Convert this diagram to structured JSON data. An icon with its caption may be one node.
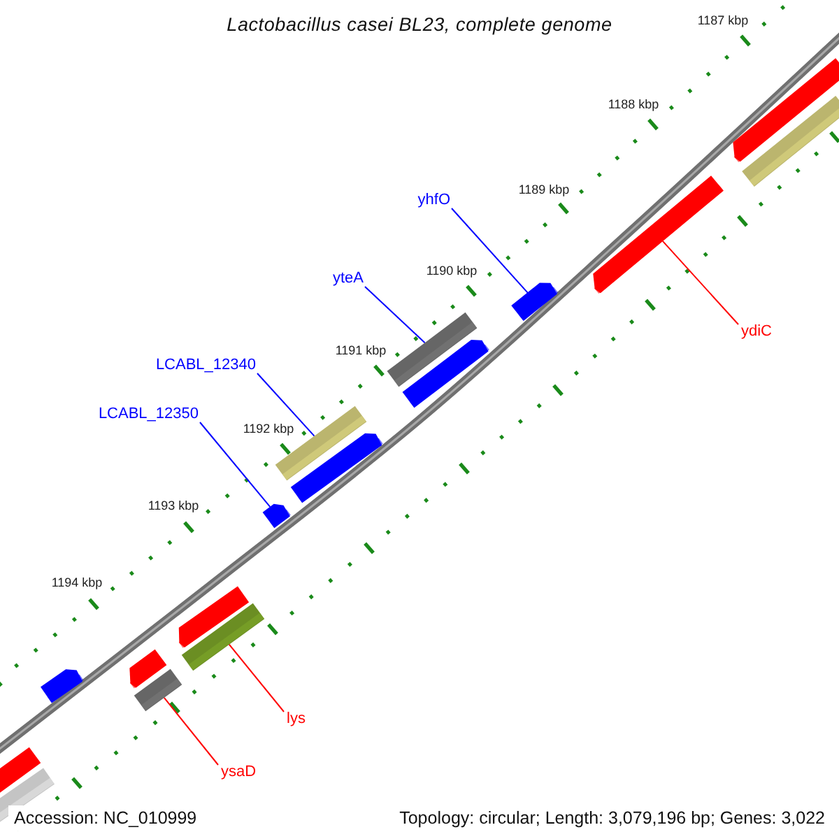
{
  "diagram": {
    "title": "Lactobacillus casei BL23, complete genome",
    "nodes": [
      {
        "text": [
          "yhfO"
        ]
      },
      {
        "text": [
          "yteA"
        ]
      },
      {
        "text": [
          "ydiC"
        ]
      },
      {
        "text": [
          "LCABL_12340"
        ]
      },
      {
        "text": [
          "LCABL_12350"
        ]
      },
      {
        "text": [
          "lys"
        ]
      },
      {
        "text": [
          "ysaD"
        ]
      },
      {
        "text": [],
        "shape": "bar"
      },
      {
        "text": [],
        "shape": "bar"
      },
      {
        "text": [],
        "shape": "bar"
      },
      {
        "text": [],
        "shape": "bar"
      },
      {
        "text": [],
        "shape": "bar"
      },
      {
        "text": [],
        "shape": "bar"
      },
      {
        "text": [],
        "shape": "bar"
      },
      {
        "text": [],
        "shape": "bar"
      },
      {
        "text": [],
        "shape": "bar"
      },
      {
        "text": [],
        "shape": "bar"
      },
      {
        "text": [],
        "shape": "bar"
      },
      {
        "text": [],
        "shape": "bar"
      },
      {
        "text": [],
        "shape": "bar"
      },
      {
        "text": [],
        "shape": "bar"
      },
      {
        "text": [],
        "shape": "bar"
      },
      {
        "text": [],
        "shape": "bar"
      }
    ],
    "edges": [
      {
        "from": 0,
        "to": 10,
        "arrow": "none"
      },
      {
        "from": 1,
        "to": 11,
        "arrow": "none"
      },
      {
        "from": 2,
        "to": 9,
        "arrow": "none",
        "color": "#ff0000"
      },
      {
        "from": 3,
        "to": 13,
        "arrow": "none"
      },
      {
        "from": 4,
        "to": 15,
        "arrow": "none"
      },
      {
        "from": 5,
        "to": 17,
        "arrow": "none",
        "color": "#ff0000"
      },
      {
        "from": 6,
        "to": 20,
        "arrow": "none",
        "color": "#ff0000"
      }
    ],
    "labels": [
      "1187 kbp",
      "1188 kbp",
      "1189 kbp",
      "1190 kbp",
      "1191 kbp",
      "1192 kbp",
      "1193 kbp",
      "1194 kbp",
      "Accession: NC_010999",
      "Topology: circular; Length: 3,079,196 bp; Genes: 3,022"
    ]
  }
}
